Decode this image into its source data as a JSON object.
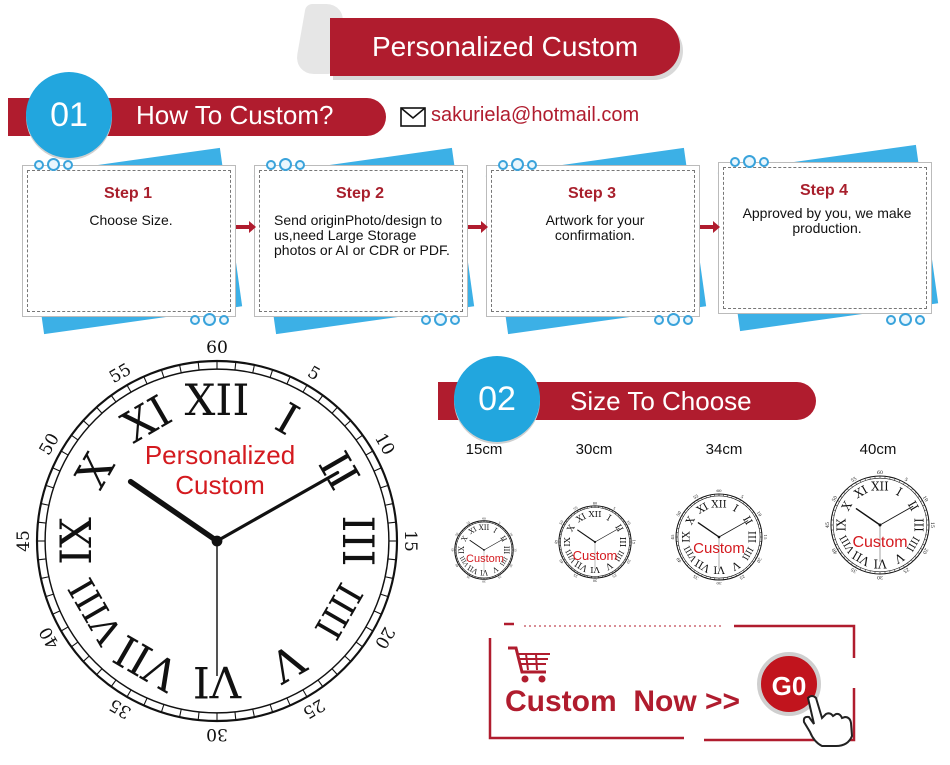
{
  "header": {
    "title": "Personalized Custom"
  },
  "section1": {
    "number": "01",
    "title": "How To Custom?",
    "email": "sakuriela@hotmail.com"
  },
  "steps": [
    {
      "title": "Step 1",
      "text": "Choose Size."
    },
    {
      "title": "Step 2",
      "text": "Send originPhoto/design to us,need Large Storage photos or AI or CDR or PDF."
    },
    {
      "title": "Step 3",
      "text": "Artwork for your confirmation."
    },
    {
      "title": "Step 4",
      "text": "Approved by you, we make production."
    }
  ],
  "big_clock": {
    "label_line1": "Personalized",
    "label_line2": "Custom",
    "minute_numbers": [
      "60",
      "5",
      "10",
      "15",
      "20",
      "25",
      "30",
      "35",
      "40",
      "45",
      "50",
      "55"
    ],
    "roman_numerals": [
      "XII",
      "I",
      "II",
      "III",
      "IIII",
      "V",
      "VI",
      "VII",
      "VIII",
      "IX",
      "X",
      "XI"
    ]
  },
  "section2": {
    "number": "02",
    "title": "Size To Choose"
  },
  "sizes": [
    {
      "label": "15cm",
      "clock_text": "Custom"
    },
    {
      "label": "30cm",
      "clock_text": "Custom"
    },
    {
      "label": "34cm",
      "clock_text": "Custom"
    },
    {
      "label": "40cm",
      "clock_text": "Custom"
    }
  ],
  "cta": {
    "label": "Custom  Now >>",
    "button": "G0"
  },
  "colors": {
    "brand_red": "#b01c2e",
    "accent_blue": "#22a6de"
  },
  "icons": [
    "envelope-icon",
    "shopping-cart-icon",
    "hand-pointer-icon"
  ]
}
